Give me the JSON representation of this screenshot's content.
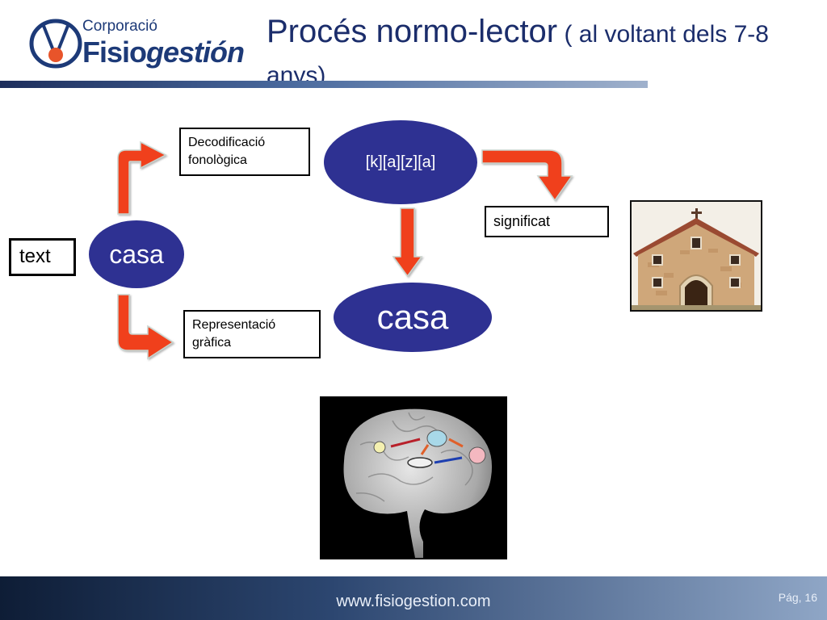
{
  "logo": {
    "line1": "Corporació",
    "brand_a": "Fisio",
    "brand_b": "gestión"
  },
  "title": {
    "main": "Procés normo-lector",
    "sub": " ( al voltant dels 7-8 anys)"
  },
  "diagram": {
    "text_box": "text",
    "casa_small": "casa",
    "decodification_box": "Decodificació\nfonològica",
    "representation_box": "Representació\ngràfica",
    "phonemes": "[k][a][z][a]",
    "casa_large": "casa",
    "meaning_box": "significat"
  },
  "footer": {
    "url": "www.fisiogestion.com",
    "page": "Pág, 16"
  },
  "colors": {
    "ellipse_fill": "#2e3192",
    "arrow_fill": "#f0401e",
    "title_color": "#1b2d6b"
  }
}
